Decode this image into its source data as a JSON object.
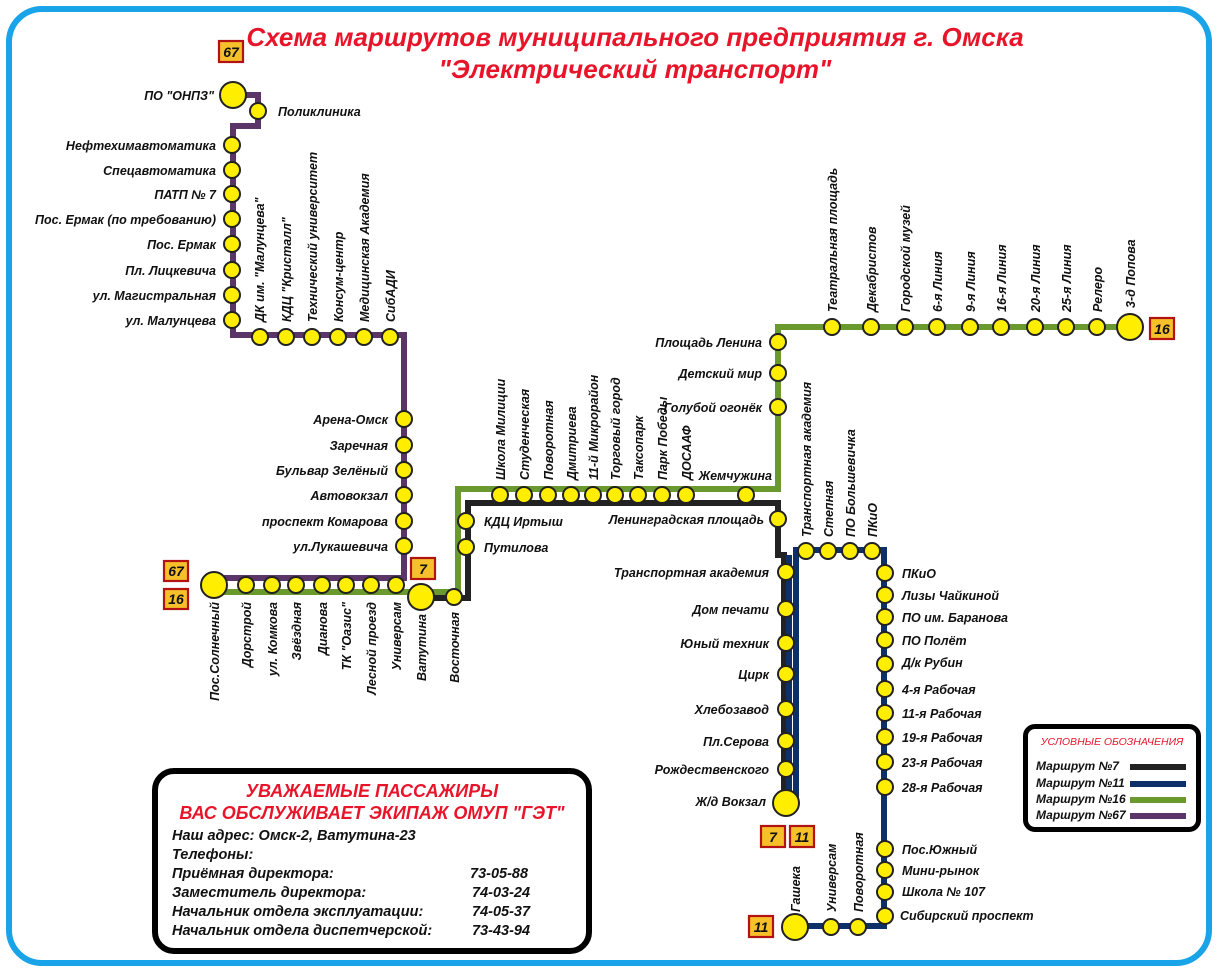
{
  "title": {
    "line1": "Схема маршрутов муниципального предприятия г. Омска",
    "line2": "\"Электрический транспорт\""
  },
  "colors": {
    "route7": "#222222",
    "route11": "#0d3068",
    "route16": "#6a9a2e",
    "route67": "#5b3468",
    "stop": "#ffee00",
    "frame": "#19a3e8",
    "accent": "#e8152a"
  },
  "routes": [
    "7",
    "11",
    "16",
    "67"
  ],
  "stops": {
    "onpz": "ПО \"ОНПЗ\"",
    "poliklinika": "Поликлиника",
    "neftehim": "Нефтехимавтоматика",
    "specavto": "Спецавтоматика",
    "patp7": "ПАТП № 7",
    "ermak_req": "Пос. Ермак (по требованию)",
    "ermak": "Пос. Ермак",
    "litskevicha": "Пл. Лицкевича",
    "magistralnaya": "ул. Магистральная",
    "maluntseva": "ул. Малунцева",
    "dk_maluntseva": "ДК им. \"Малунцева\"",
    "kdc_kristall": "КДЦ \"Кристалл\"",
    "tech_univ": "Технический университет",
    "konsum": "Консум-центр",
    "med_acad": "Медицинская Академия",
    "sibadi": "СибАДИ",
    "arena": "Арена-Омск",
    "zarechnaya": "Заречная",
    "bulvar": "Бульвар Зелёный",
    "avtovokzal": "Автовокзал",
    "komarova": "проспект Комарова",
    "lukashevicha": "ул.Лукашевича",
    "solnechny": "Пос.Солнечный",
    "dorstroy": "Дорстрой",
    "komkova": "ул. Комкова",
    "zvezdnaya": "Звёздная",
    "dianova": "Дианова",
    "tk_oazis": "ТК \"Оазис\"",
    "lesnoy": "Лесной проезд",
    "univermas": "Универсам",
    "vatutina": "Ватутина",
    "vostochnaya": "Восточная",
    "kdc_irtysh": "КДЦ Иртыш",
    "putilova": "Путилова",
    "shkola_milicii": "Школа Милиции",
    "studencheskaya": "Студенческая",
    "povorotnaya": "Поворотная",
    "dmitrieva": "Дмитриева",
    "mkr11": "11-й Микрорайон",
    "torg_gorod": "Торговый город",
    "taksopark": "Таксопарк",
    "park_pobedy": "Парк Победы",
    "dosaaf": "ДОСААФ",
    "zhemchuzhina": "Жемчужина",
    "leningradskaya": "Ленинградская площадь",
    "golouboy": "Голубой огонёк",
    "detsky_mir": "Детский мир",
    "pl_lenina": "Площадь Ленина",
    "teatr": "Театральная площадь",
    "dekabristov": "Декабристов",
    "gor_muzey": "Городской музей",
    "l6": "6-я Линия",
    "l9": "9-я Линия",
    "l16": "16-я Линия",
    "l20": "20-я Линия",
    "l25": "25-я Линия",
    "relero": "Релеро",
    "popova": "3-д Попова",
    "transp_acad": "Транспортная академия",
    "dom_pechati": "Дом печати",
    "yuny_tehnik": "Юный техник",
    "cirk": "Цирк",
    "hlebozavod": "Хлебозавод",
    "pl_serova": "Пл.Серова",
    "rozhdestv": "Рождественского",
    "zhd_vokzal": "Ж/д Вокзал",
    "transp_acad_v": "Транспортная академия",
    "stepnaya": "Степная",
    "po_bolshevichka": "ПО Большевичка",
    "pkio_v": "ПКиО",
    "pkio": "ПКиО",
    "lizy": "Лизы Чайкиной",
    "po_baranova": "ПО им. Баранова",
    "po_polet": "ПО Полёт",
    "dk_rubin": "Д/к Рубин",
    "r4": "4-я Рабочая",
    "r11": "11-я Рабочая",
    "r19": "19-я Рабочая",
    "r23": "23-я Рабочая",
    "r28": "28-я Рабочая",
    "pos_yuzhny": "Пос.Южный",
    "mini_rynok": "Мини-рынок",
    "shkola107": "Школа № 107",
    "sib_prosp": "Сибирский проспект",
    "gasheka": "Гашека",
    "univermas2": "Универсам",
    "povorotnaya2": "Поворотная"
  },
  "info": {
    "heading1": "УВАЖАЕМЫЕ ПАССАЖИРЫ",
    "heading2": "ВАС ОБСЛУЖИВАЕТ ЭКИПАЖ ОМУП \"ГЭТ\"",
    "address": "Наш адрес: Омск-2, Ватутина-23",
    "phones": "Телефоны:",
    "contacts": [
      {
        "label": "Приёмная директора:",
        "phone": "73-05-88"
      },
      {
        "label": "Заместитель директора:",
        "phone": "74-03-24"
      },
      {
        "label": "Начальник отдела эксплуатации:",
        "phone": "74-05-37"
      },
      {
        "label": "Начальник отдела диспетчерской:",
        "phone": "73-43-94"
      }
    ]
  },
  "legend": {
    "title": "УСЛОВНЫЕ ОБОЗНАЧЕНИЯ",
    "items": [
      {
        "label": "Маршрут №7",
        "color": "#222222"
      },
      {
        "label": "Маршрут №11",
        "color": "#0d3068"
      },
      {
        "label": "Маршрут №16",
        "color": "#6a9a2e"
      },
      {
        "label": "Маршрут №67",
        "color": "#5b3468"
      }
    ]
  }
}
